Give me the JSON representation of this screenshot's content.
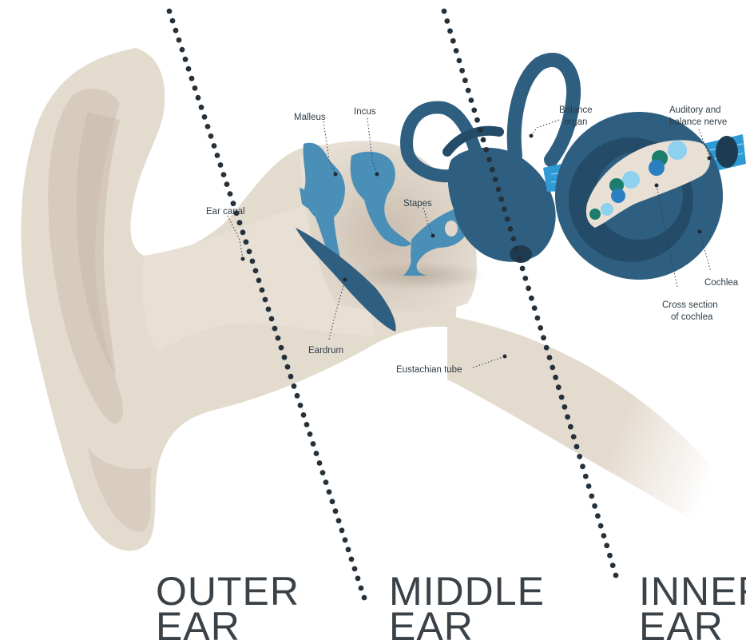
{
  "labels": {
    "malleus": "Malleus",
    "incus": "Incus",
    "balance_organ_line1": "Balance",
    "balance_organ_line2": "organ",
    "auditory_nerve_line1": "Auditory and",
    "auditory_nerve_line2": "balance nerve",
    "ear_canal": "Ear canal",
    "stapes": "Stapes",
    "cochlea": "Cochlea",
    "cross_section_line1": "Cross section",
    "cross_section_line2": "of cochlea",
    "eardrum": "Eardrum",
    "eustachian_tube": "Eustachian tube"
  },
  "sections": {
    "outer_line1": "OUTER",
    "outer_line2": "EAR",
    "middle_line1": "MIDDLE",
    "middle_line2": "EAR",
    "inner_line1": "INNER",
    "inner_line2": "EAR"
  },
  "colors": {
    "skin": "#e4dbcf",
    "skin_shadow": "#d2c6b6",
    "bone": "#4a8fb7",
    "bone_dark": "#356f93",
    "inner_ear": "#2f5f80",
    "inner_ear_dark": "#244c68",
    "nerve": "#2f9bd6",
    "cochlea_light": "#8ed1ef",
    "cochlea_green": "#1c7d6c",
    "separator_dots": "#24313b"
  },
  "icons": {
    "separators": "dotted-line"
  }
}
